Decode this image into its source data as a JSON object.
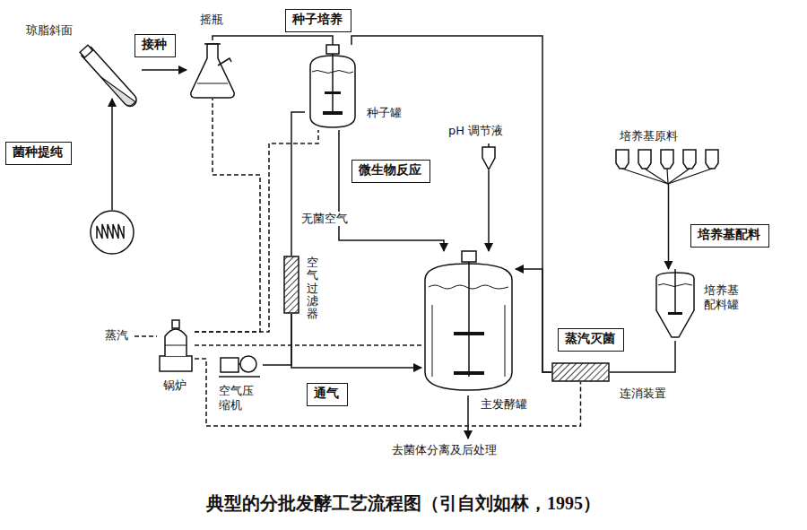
{
  "diagram": {
    "caption": "典型的分批发酵工艺流程图（引自刘如林，1995）",
    "nodes": [
      {
        "text": [
          "琼脂斜面"
        ]
      },
      {
        "text": [
          "接种"
        ]
      },
      {
        "text": [
          "摇瓶"
        ]
      },
      {
        "text": [
          "种子培养"
        ]
      },
      {
        "text": [
          "种子罐"
        ]
      },
      {
        "text": [
          "菌种提纯"
        ]
      },
      {
        "text": [
          "微生物反应"
        ]
      },
      {
        "text": [
          "pH 调节液"
        ]
      },
      {
        "text": [
          "培养基原料"
        ]
      },
      {
        "text": [
          "培养基配料"
        ]
      },
      {
        "text": [
          "培养基配料罐"
        ]
      },
      {
        "text": [
          "空气过滤器"
        ]
      },
      {
        "text": [
          "主发酵罐"
        ]
      },
      {
        "text": [
          "蒸汽灭菌"
        ]
      },
      {
        "text": [
          "锅炉"
        ]
      },
      {
        "text": [
          "空气压缩机"
        ]
      },
      {
        "text": [
          "通气"
        ]
      },
      {
        "text": [
          "连消装置"
        ]
      }
    ],
    "edges": [
      {
        "from": 0,
        "to": 2,
        "arrow": "to"
      },
      {
        "from": 2,
        "to": 4,
        "arrow": "none"
      },
      {
        "from": 4,
        "to": 12,
        "arrow": "to"
      },
      {
        "from": 7,
        "to": 12,
        "arrow": "to"
      },
      {
        "from": 8,
        "to": 10,
        "arrow": "to"
      },
      {
        "from": 10,
        "to": 17,
        "arrow": "none"
      },
      {
        "from": 17,
        "to": 12,
        "arrow": "to"
      },
      {
        "from": 17,
        "to": 4,
        "arrow": "none"
      },
      {
        "from": 15,
        "to": 11,
        "arrow": "none"
      },
      {
        "from": 11,
        "to": 4,
        "arrow": "none"
      },
      {
        "from": 11,
        "to": 12,
        "arrow": "to"
      },
      {
        "from": 14,
        "to": 2,
        "arrow": "none"
      },
      {
        "from": 14,
        "to": 4,
        "arrow": "none"
      },
      {
        "from": 14,
        "to": 12,
        "arrow": "none"
      },
      {
        "from": 14,
        "to": 17,
        "arrow": "none"
      }
    ],
    "labels": [
      "无菌空气",
      "蒸汽",
      "去菌体分离及后处理"
    ]
  }
}
